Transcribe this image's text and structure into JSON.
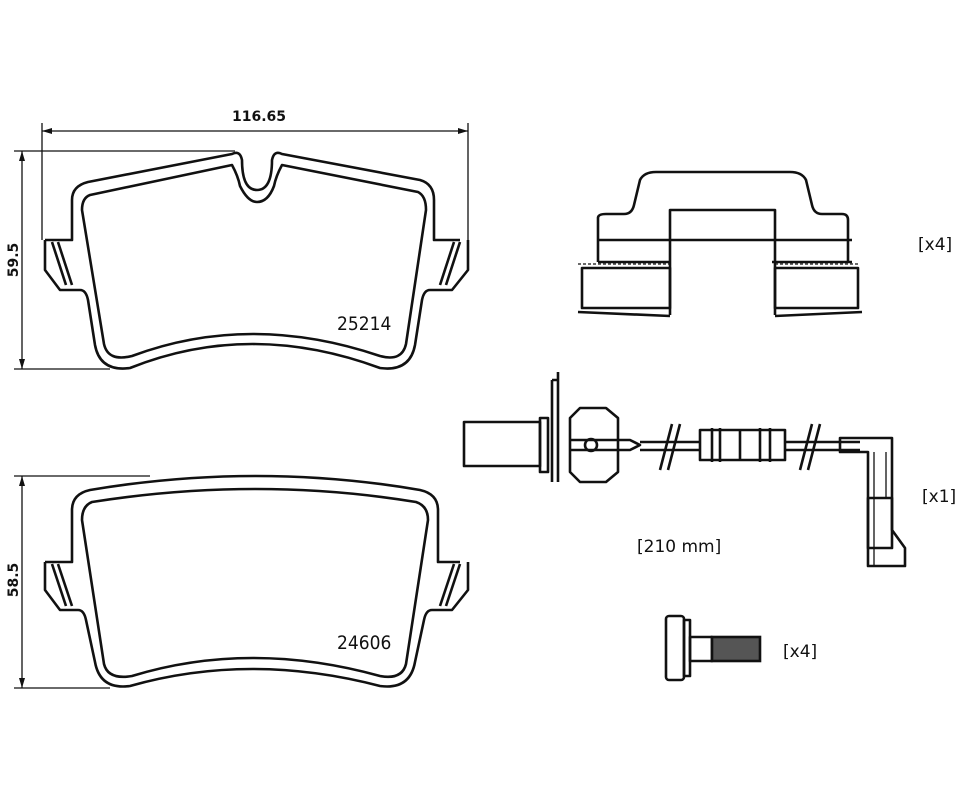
{
  "dimensions": {
    "width": "116.65",
    "height_top": "59.5",
    "height_bottom": "58.5"
  },
  "pads": [
    {
      "part_number": "25214"
    },
    {
      "part_number": "24606"
    }
  ],
  "accessories": {
    "clip_quantity": "[x4]",
    "sensor_quantity": "[x1]",
    "sensor_length": "[210 mm]",
    "bolt_quantity": "[x4]"
  },
  "colors": {
    "line": "#111111",
    "background": "#ffffff"
  }
}
